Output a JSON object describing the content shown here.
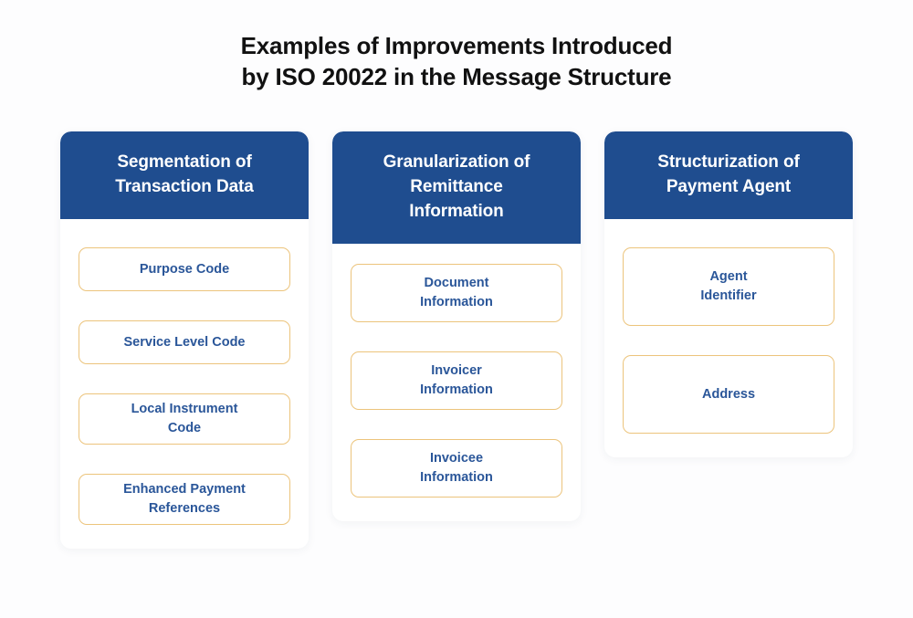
{
  "title": {
    "line1": "Examples of Improvements Introduced",
    "line2": "by ISO 20022 in the Message Structure"
  },
  "colors": {
    "header_blue": "#1f4d8f",
    "item_border_gold": "#ecc47c",
    "item_text_blue": "#2a5699",
    "page_background": "#fdfdfe",
    "card_background": "#ffffff",
    "title_text": "#111111"
  },
  "columns": [
    {
      "header": {
        "line1": "Segmentation of",
        "line2": "Transaction Data"
      },
      "items": [
        {
          "line1": "Purpose Code"
        },
        {
          "line1": "Service Level Code"
        },
        {
          "line1": "Local Instrument",
          "line2": "Code"
        },
        {
          "line1": "Enhanced Payment",
          "line2": "References"
        }
      ]
    },
    {
      "header": {
        "line1": "Granularization of",
        "line2": "Remittance",
        "line3": "Information"
      },
      "items": [
        {
          "line1": "Document",
          "line2": "Information"
        },
        {
          "line1": "Invoicer",
          "line2": "Information"
        },
        {
          "line1": "Invoicee",
          "line2": "Information"
        }
      ]
    },
    {
      "header": {
        "line1": "Structurization of",
        "line2": "Payment Agent"
      },
      "items": [
        {
          "line1": "Agent",
          "line2": "Identifier"
        },
        {
          "line1": "Address"
        }
      ]
    }
  ]
}
